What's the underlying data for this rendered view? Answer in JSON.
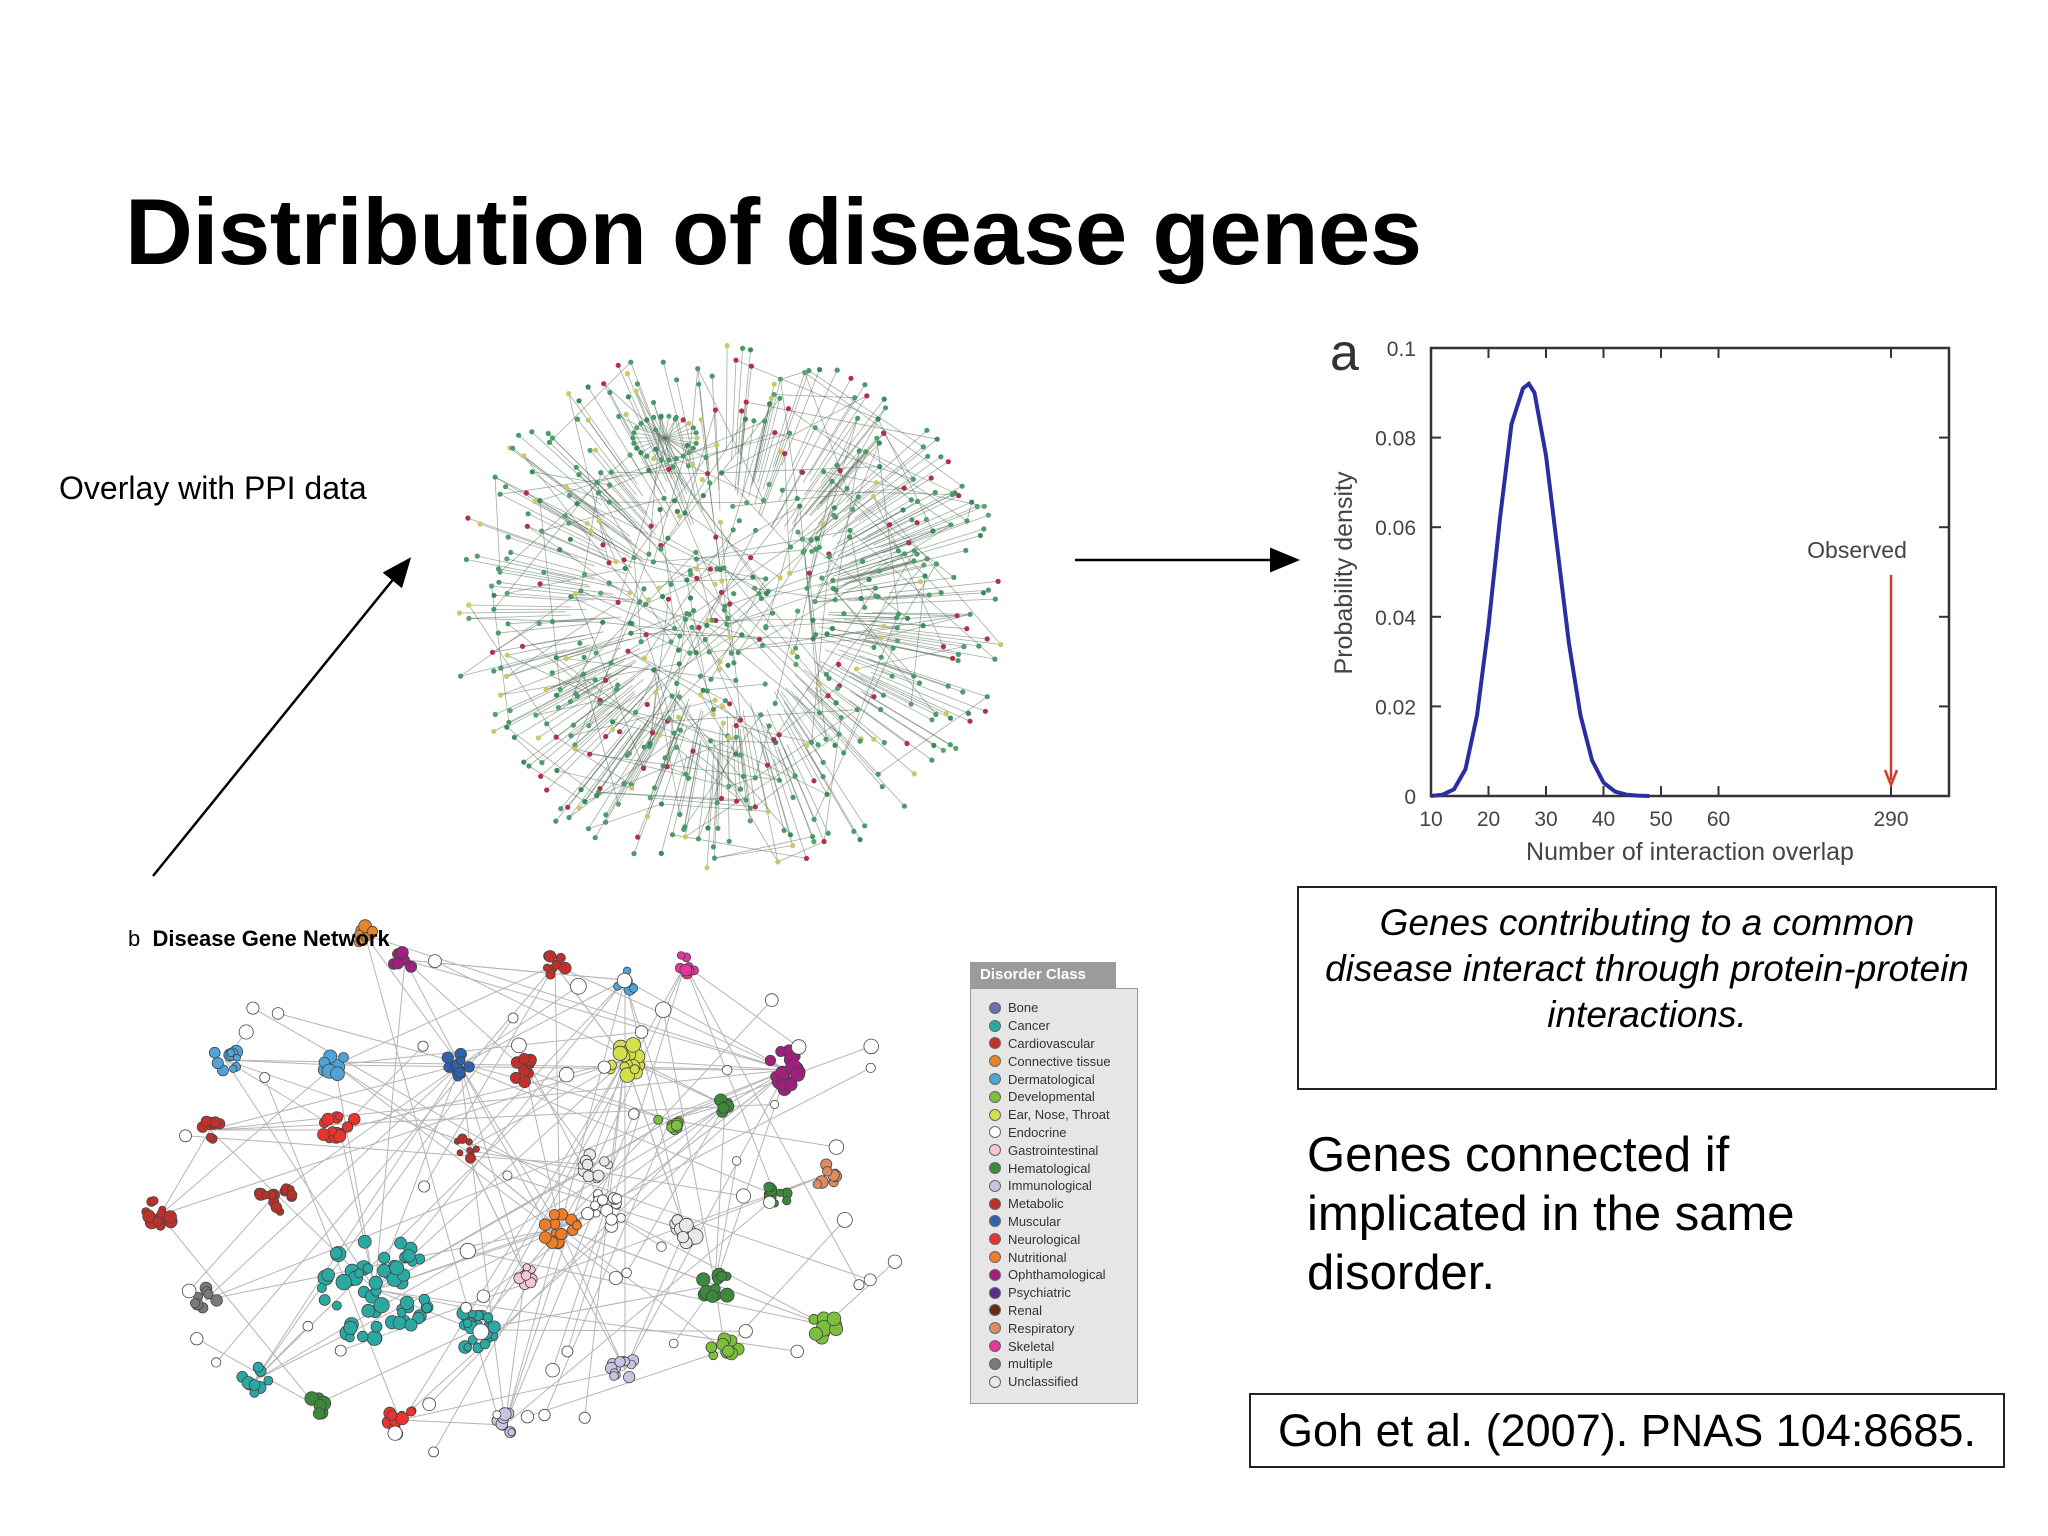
{
  "slide": {
    "title": "Distribution of disease genes",
    "overlay_label": "Overlay with PPI data",
    "caption": "Genes contributing to a common disease interact through protein-protein interactions.",
    "genes_text": "Genes connected if implicated in the same disorder.",
    "citation": "Goh et al. (2007). PNAS 104:8685."
  },
  "chart_data": {
    "type": "line",
    "panel_label": "a",
    "xlabel": "Number of interaction overlap",
    "ylabel": "Probability density",
    "x_ticks": [
      "10",
      "20",
      "30",
      "40",
      "50",
      "60",
      "290"
    ],
    "y_ticks": [
      "0",
      "0.02",
      "0.04",
      "0.06",
      "0.08",
      "0.1"
    ],
    "ylim": [
      0,
      0.1
    ],
    "series": [
      {
        "x": [
          10,
          12,
          14,
          16,
          18,
          20,
          22,
          24,
          26,
          27,
          28,
          30,
          32,
          34,
          36,
          38,
          40,
          42,
          44,
          46,
          48
        ],
        "y": [
          0,
          0.0003,
          0.0015,
          0.006,
          0.018,
          0.038,
          0.062,
          0.083,
          0.091,
          0.092,
          0.09,
          0.076,
          0.055,
          0.034,
          0.018,
          0.008,
          0.003,
          0.001,
          0.0003,
          0.0001,
          0
        ],
        "color": "#2b2ea0"
      }
    ],
    "annotations": [
      {
        "text": "Observed",
        "x": 290,
        "color": "#d23b2b"
      }
    ]
  },
  "network": {
    "panel_label": "b",
    "title": "Disease Gene Network",
    "legend_title": "Disorder Class",
    "legend": [
      {
        "label": "Bone",
        "color": "#6a6fb0"
      },
      {
        "label": "Cancer",
        "color": "#2aa9a2"
      },
      {
        "label": "Cardiovascular",
        "color": "#c3302b"
      },
      {
        "label": "Connective tissue",
        "color": "#e3862a"
      },
      {
        "label": "Dermatological",
        "color": "#4ea3d8"
      },
      {
        "label": "Developmental",
        "color": "#7cbf3d"
      },
      {
        "label": "Ear, Nose, Throat",
        "color": "#d4e04a"
      },
      {
        "label": "Endocrine",
        "color": "#ffffff"
      },
      {
        "label": "Gastrointestinal",
        "color": "#f4c6d8"
      },
      {
        "label": "Hematological",
        "color": "#3b8a3b"
      },
      {
        "label": "Immunological",
        "color": "#c9c2e0"
      },
      {
        "label": "Metabolic",
        "color": "#b8312a"
      },
      {
        "label": "Muscular",
        "color": "#2e62b0"
      },
      {
        "label": "Neurological",
        "color": "#e8332e"
      },
      {
        "label": "Nutritional",
        "color": "#ee7d2a"
      },
      {
        "label": "Ophthamological",
        "color": "#a0207e"
      },
      {
        "label": "Psychiatric",
        "color": "#5a2c8e"
      },
      {
        "label": "Renal",
        "color": "#6b2a16"
      },
      {
        "label": "Respiratory",
        "color": "#dd8c62"
      },
      {
        "label": "Skeletal",
        "color": "#e6359c"
      },
      {
        "label": "multiple",
        "color": "#7a7a7a"
      },
      {
        "label": "Unclassified",
        "color": "#e8e8e8"
      }
    ]
  }
}
